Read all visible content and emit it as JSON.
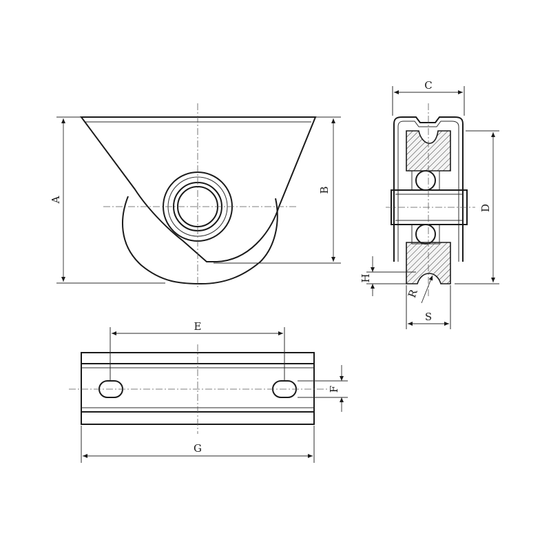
{
  "dimensions": {
    "a": "A",
    "b": "B",
    "c": "C",
    "d": "D",
    "e": "E",
    "f": "F",
    "g": "G",
    "h": "H",
    "r": "R",
    "s": "S"
  }
}
